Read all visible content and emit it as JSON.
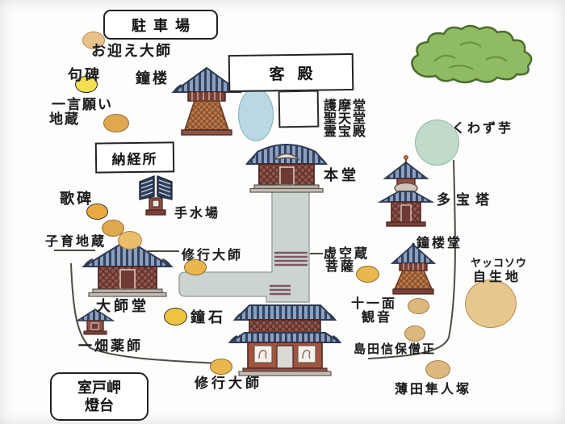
{
  "map": {
    "title_note": "temple grounds illustrated map",
    "boxes": {
      "parking": "駐車場",
      "kyakuden": "客殿",
      "nokyosho": "納経所",
      "lighthouse_line1": "室戸岬",
      "lighthouse_line2": "燈台"
    },
    "labels": {
      "omukae_daishi": "お迎え大師",
      "kuhi": "句碑",
      "shoro": "鐘楼",
      "hitokoto_line1": "一言願い",
      "hitokoto_line2": "地蔵",
      "gomado": "護摩堂",
      "shotendo": "聖天堂",
      "reihoden": "霊宝殿",
      "kuwazuimo": "くわず芋",
      "kahi": "歌碑",
      "chozuba": "手水場",
      "hondo": "本堂",
      "tahoto": "多宝塔",
      "kosodate_jizo": "子育地蔵",
      "shugyo_daishi_upper": "修行大師",
      "kokuzo_line1": "虚空蔵",
      "kokuzo_line2": "菩薩",
      "shorodo": "鐘楼堂",
      "yakkoso_line1": "ヤッコソウ",
      "yakkoso_line2": "自生地",
      "daishido": "大師堂",
      "kaneishi": "鐘石",
      "juichimen_line1": "十一面",
      "juichimen_line2": "観音",
      "ichibata_yakushi": "一畑薬師",
      "shimada_shimpo_sojo": "島田信保僧正",
      "shugyo_daishi_lower": "修行大師",
      "susukida_hayato_zuka": "薄田隼人塚"
    },
    "colors": {
      "roof_blue": "#8ba0bf",
      "roof_stripe_navy": "#33435f",
      "body_brown": "#935349",
      "lattice_dark": "#55302a",
      "flare_orange": "#b97845",
      "path_gray": "#ccd4cf",
      "pond_blue": "#b9d8e3",
      "taro_teal": "#c0dbca",
      "bush_green": "#8fbc62",
      "sand_tan": "#e6c78d",
      "marker_orange": "#eab74e",
      "marker_yellow": "#f4df52"
    }
  }
}
